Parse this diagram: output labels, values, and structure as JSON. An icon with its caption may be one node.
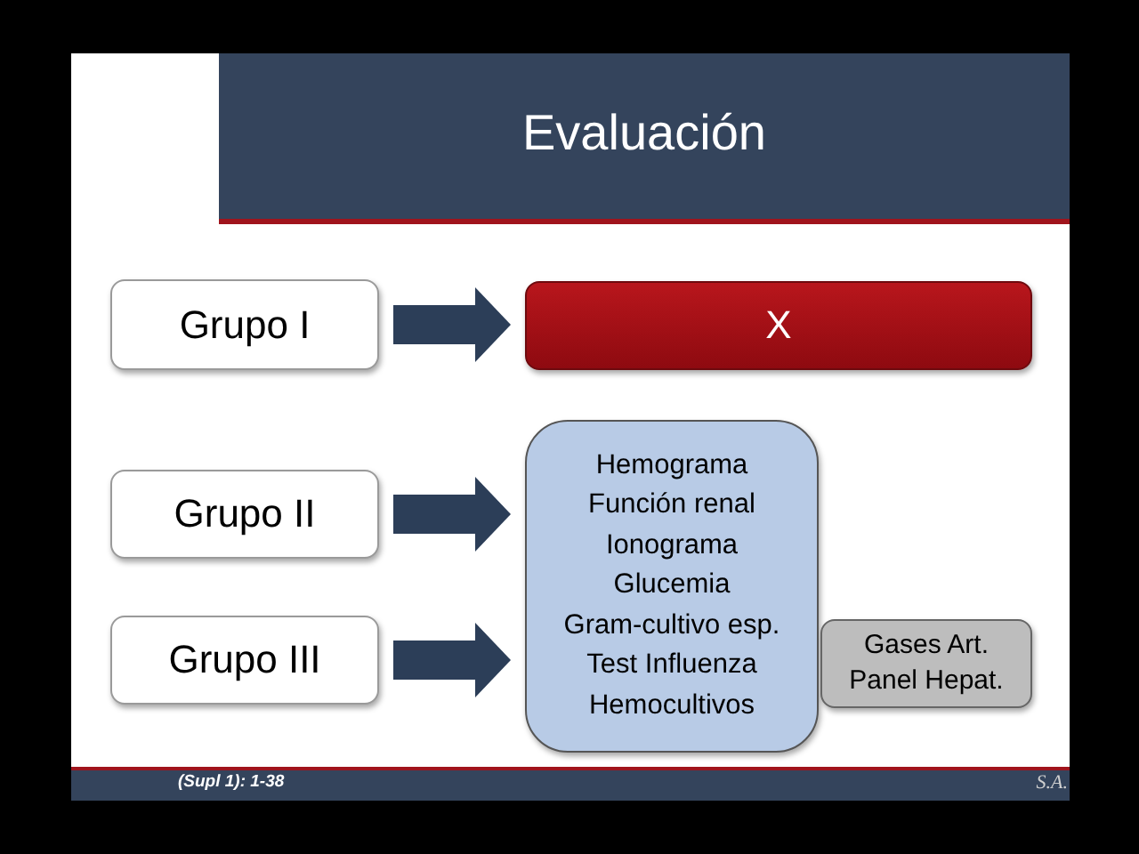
{
  "diagram": {
    "title": "Evaluación",
    "nodes": [
      {
        "text": [
          "Grupo I"
        ]
      },
      {
        "text": [
          "X"
        ]
      },
      {
        "text": [
          "Grupo II"
        ]
      },
      {
        "text": [
          "Grupo III"
        ]
      },
      {
        "text": [
          "Hemograma",
          "Función renal",
          "Ionograma",
          "Glucemia",
          "Gram-cultivo esp.",
          "Test Influenza",
          "Hemocultivos"
        ]
      },
      {
        "text": [
          "Gases Art.",
          "Panel Hepat."
        ]
      }
    ],
    "edges": [
      {
        "from": 0,
        "to": 1,
        "arrow": "to"
      },
      {
        "from": 2,
        "to": 4,
        "arrow": "to"
      },
      {
        "from": 3,
        "to": 4,
        "arrow": "to"
      }
    ],
    "labels": [
      "(Supl 1): 1-38",
      "S.A."
    ]
  }
}
